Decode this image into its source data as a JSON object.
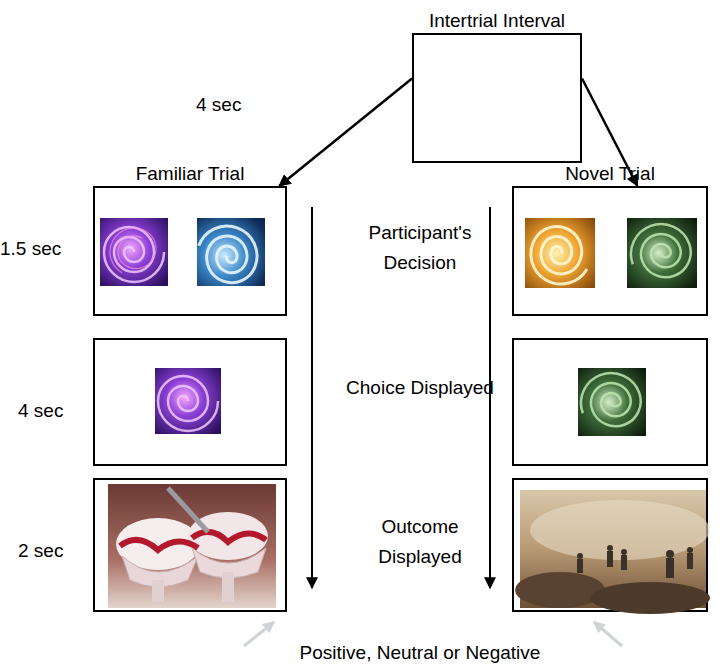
{
  "diagram": {
    "nodes": [
      {
        "text": [
          "Intertrial Interval"
        ]
      },
      {
        "text": [
          "Familiar Trial"
        ]
      },
      {
        "text": [
          "Novel Trial"
        ]
      }
    ],
    "edges": [
      {
        "from": 0,
        "to": 1,
        "arrow": "to"
      },
      {
        "from": 0,
        "to": 2,
        "arrow": "to"
      }
    ],
    "labels": [
      "4 sec",
      "1.5 sec",
      "Participant's Decision",
      "4 sec",
      "Choice Displayed",
      "2 sec",
      "Outcome Displayed",
      "Positive, Neutral or Negative"
    ]
  }
}
